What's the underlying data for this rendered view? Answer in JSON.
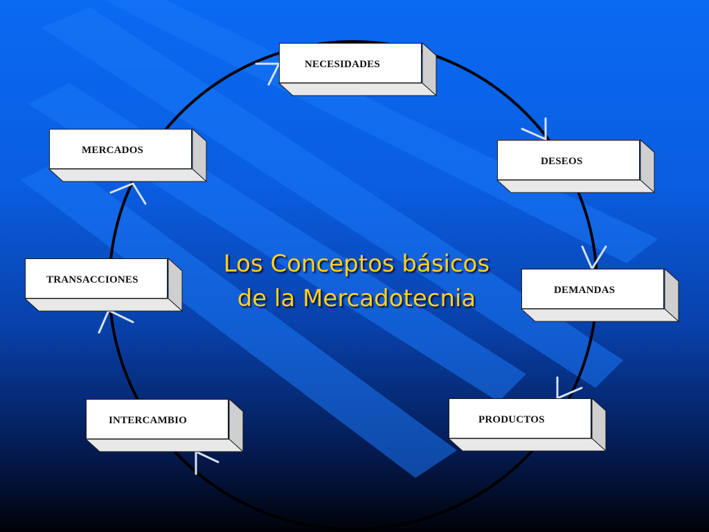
{
  "title": {
    "line1": "Los Conceptos básicos",
    "line2": "de la Mercadotecnia"
  },
  "concepts": [
    {
      "id": "necesidades",
      "label": "NECESIDADES"
    },
    {
      "id": "deseos",
      "label": "DESEOS"
    },
    {
      "id": "demandas",
      "label": "DEMANDAS"
    },
    {
      "id": "productos",
      "label": "PRODUCTOS"
    },
    {
      "id": "intercambio",
      "label": "INTERCAMBIO"
    },
    {
      "id": "transacciones",
      "label": "TRANSACCIONES"
    },
    {
      "id": "mercados",
      "label": "MERCADOS"
    }
  ],
  "colors": {
    "background_top": "#0a6af2",
    "background_bottom": "#000208",
    "title": "#ffd21c",
    "box_face": "#ffffff",
    "box_side": "#cfcfcf",
    "box_bottom": "#e8e8e8",
    "cycle_line": "#000000",
    "arrow": "#d8e2f5"
  }
}
